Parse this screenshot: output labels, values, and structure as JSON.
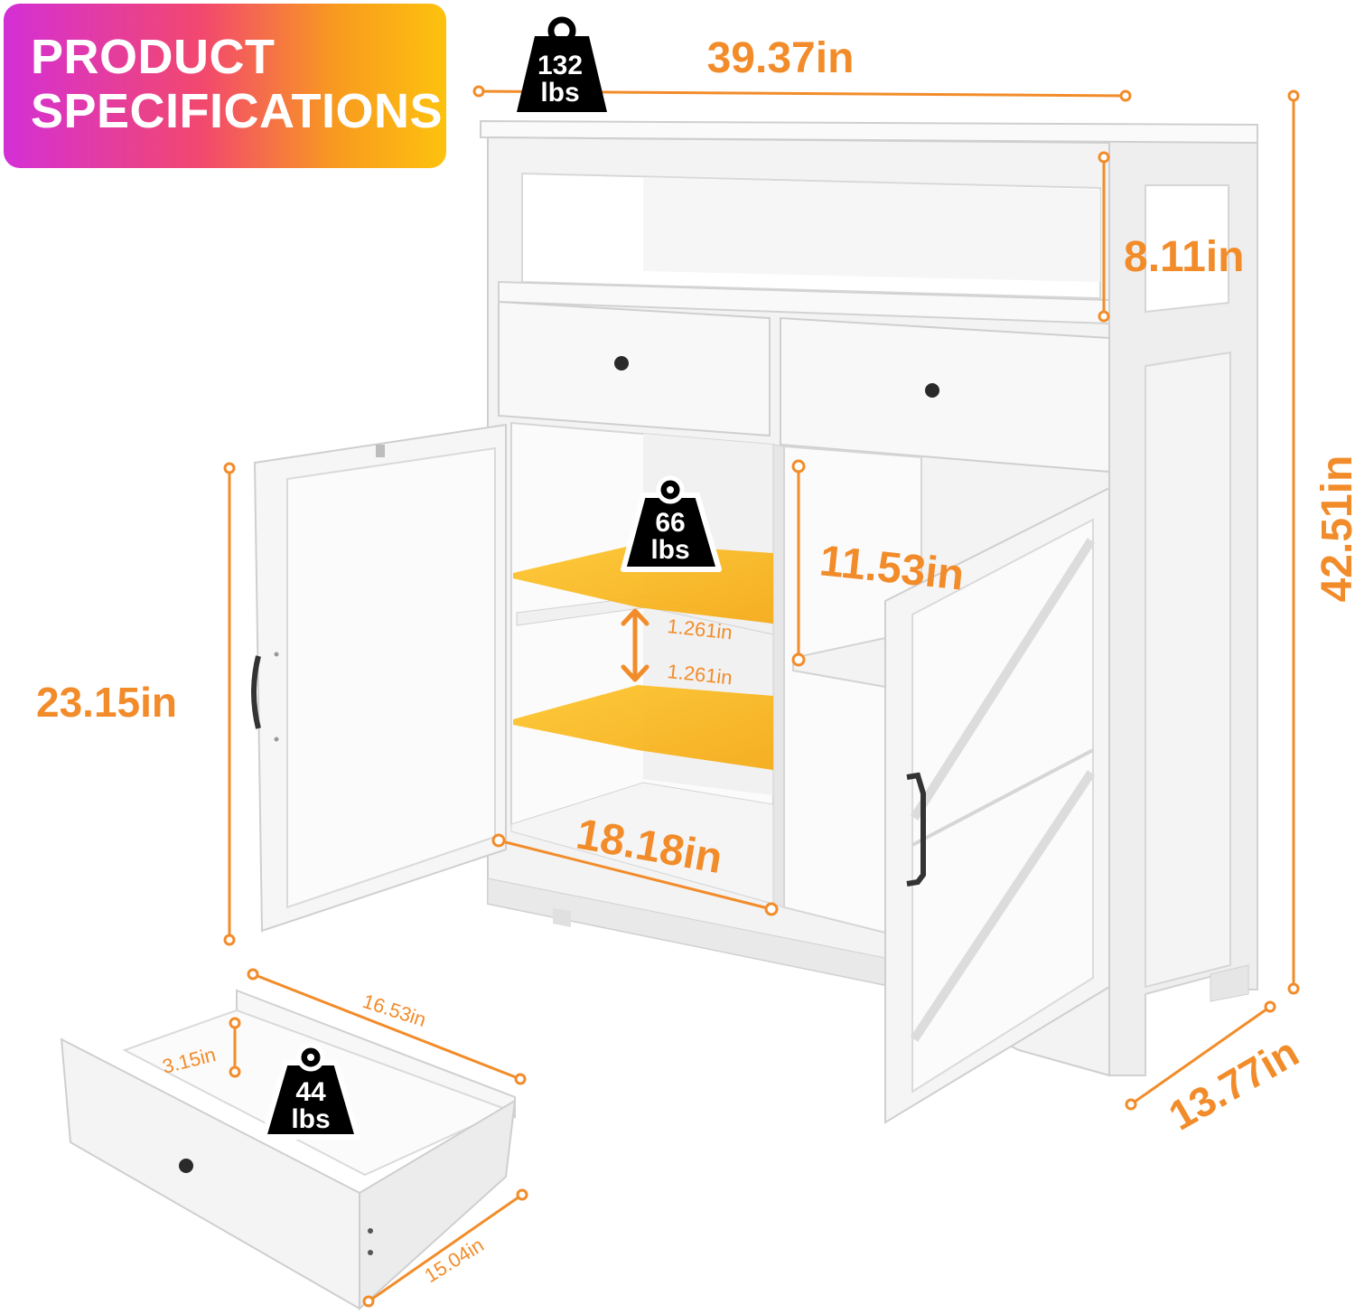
{
  "banner": {
    "line1": "PRODUCT",
    "line2": "SPECIFICATIONS"
  },
  "weights": {
    "top": {
      "value": "132",
      "unit": "lbs"
    },
    "shelf": {
      "value": "66",
      "unit": "lbs"
    },
    "drawer": {
      "value": "44",
      "unit": "lbs"
    }
  },
  "dimensions": {
    "width": "39.37in",
    "top_shelf_height": "8.11in",
    "total_height": "42.51in",
    "cabinet_inner_height": "11.53in",
    "door_height": "23.15in",
    "shelf_gap_upper": "1.261in",
    "shelf_gap_lower": "1.261in",
    "inner_width": "18.18in",
    "depth": "13.77in",
    "drawer_length": "16.53in",
    "drawer_height": "3.15in",
    "drawer_width": "15.04in"
  },
  "colors": {
    "accent": "#f28c2a",
    "shelf_highlight": "#fbbf1c",
    "cabinet": "#f2f2f2",
    "badge": "#000000"
  }
}
